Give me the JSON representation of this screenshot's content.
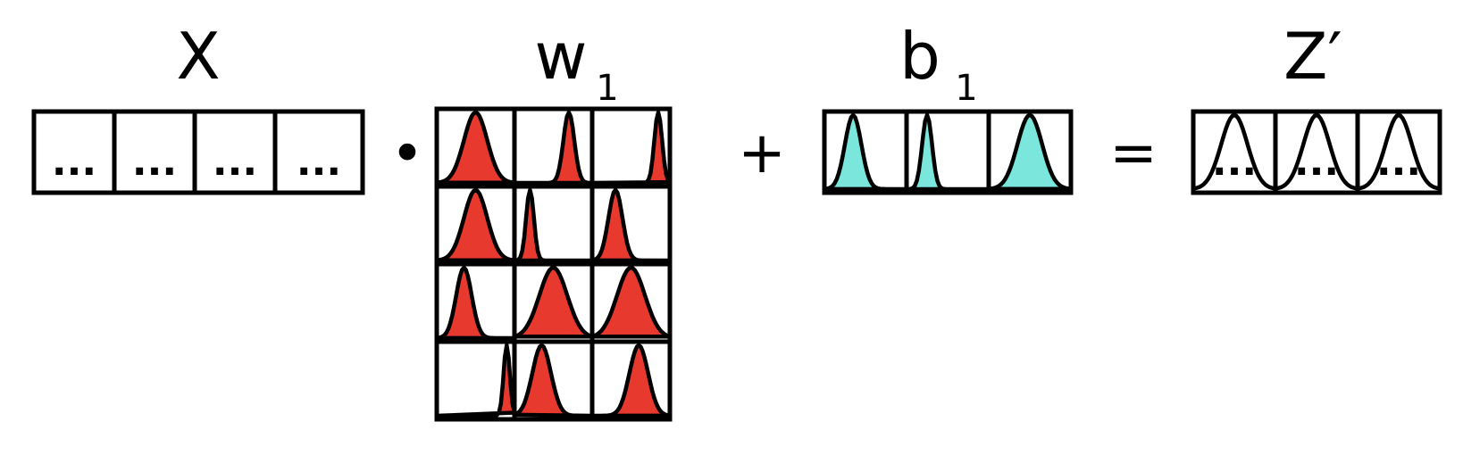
{
  "labels": {
    "x": "X",
    "w": "w",
    "w_sub": "1",
    "b": "b",
    "b_sub": "1",
    "z": "Z′"
  },
  "operators": {
    "dot": "•",
    "plus": "+",
    "equals": "="
  },
  "x_cells": [
    "...",
    "...",
    "...",
    "..."
  ],
  "z_cells": [
    "...",
    "...",
    "..."
  ],
  "colors": {
    "weight_fill": "#e8392e",
    "bias_fill": "#7ae6dc",
    "z_fill": "#ffffff",
    "outline": "#000000"
  },
  "weight_curves": [
    [
      {
        "mu": 0.5,
        "sigma": 0.15
      },
      {
        "mu": 0.7,
        "sigma": 0.07
      },
      {
        "mu": 0.85,
        "sigma": 0.05
      }
    ],
    [
      {
        "mu": 0.5,
        "sigma": 0.15
      },
      {
        "mu": 0.2,
        "sigma": 0.05
      },
      {
        "mu": 0.3,
        "sigma": 0.09
      }
    ],
    [
      {
        "mu": 0.35,
        "sigma": 0.1
      },
      {
        "mu": 0.5,
        "sigma": 0.18
      },
      {
        "mu": 0.5,
        "sigma": 0.18
      }
    ],
    [
      {
        "mu": 0.9,
        "sigma": 0.04
      },
      {
        "mu": 0.35,
        "sigma": 0.12
      },
      {
        "mu": 0.6,
        "sigma": 0.12
      }
    ]
  ],
  "bias_curves": [
    {
      "mu": 0.35,
      "sigma": 0.1
    },
    {
      "mu": 0.25,
      "sigma": 0.06
    },
    {
      "mu": 0.5,
      "sigma": 0.15
    }
  ],
  "z_curves": [
    {
      "mu": 0.5,
      "sigma": 0.16
    },
    {
      "mu": 0.5,
      "sigma": 0.16
    },
    {
      "mu": 0.5,
      "sigma": 0.16
    }
  ]
}
